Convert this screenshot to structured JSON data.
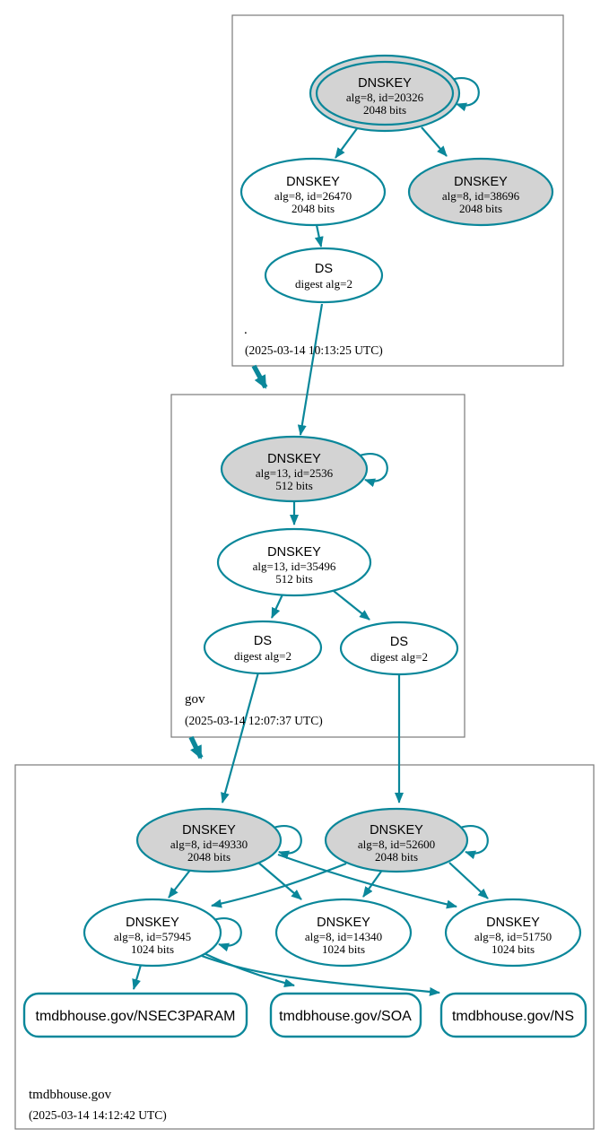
{
  "graph": {
    "type": "dnssec-authentication-chain",
    "colors": {
      "edge": "#0a879a",
      "ksk_fill": "#d3d3d3",
      "node_fill": "#ffffff",
      "zone_border": "#7a7a7a",
      "text": "#000000"
    },
    "zones": [
      {
        "name": ".",
        "timestamp": "(2025-03-14 10:13:25 UTC)",
        "nodes": [
          {
            "title": "DNSKEY",
            "detail": "alg=8, id=20326",
            "bits": "2048 bits"
          },
          {
            "title": "DNSKEY",
            "detail": "alg=8, id=26470",
            "bits": "2048 bits"
          },
          {
            "title": "DNSKEY",
            "detail": "alg=8, id=38696",
            "bits": "2048 bits"
          },
          {
            "title": "DS",
            "detail": "digest alg=2"
          }
        ]
      },
      {
        "name": "gov",
        "timestamp": "(2025-03-14 12:07:37 UTC)",
        "nodes": [
          {
            "title": "DNSKEY",
            "detail": "alg=13, id=2536",
            "bits": "512 bits"
          },
          {
            "title": "DNSKEY",
            "detail": "alg=13, id=35496",
            "bits": "512 bits"
          },
          {
            "title": "DS",
            "detail": "digest alg=2"
          },
          {
            "title": "DS",
            "detail": "digest alg=2"
          }
        ]
      },
      {
        "name": "tmdbhouse.gov",
        "timestamp": "(2025-03-14 14:12:42 UTC)",
        "nodes": [
          {
            "title": "DNSKEY",
            "detail": "alg=8, id=49330",
            "bits": "2048 bits"
          },
          {
            "title": "DNSKEY",
            "detail": "alg=8, id=52600",
            "bits": "2048 bits"
          },
          {
            "title": "DNSKEY",
            "detail": "alg=8, id=57945",
            "bits": "1024 bits"
          },
          {
            "title": "DNSKEY",
            "detail": "alg=8, id=14340",
            "bits": "1024 bits"
          },
          {
            "title": "DNSKEY",
            "detail": "alg=8, id=51750",
            "bits": "1024 bits"
          }
        ],
        "rrsets": [
          {
            "label": "tmdbhouse.gov/NSEC3PARAM"
          },
          {
            "label": "tmdbhouse.gov/SOA"
          },
          {
            "label": "tmdbhouse.gov/NS"
          }
        ]
      }
    ]
  }
}
